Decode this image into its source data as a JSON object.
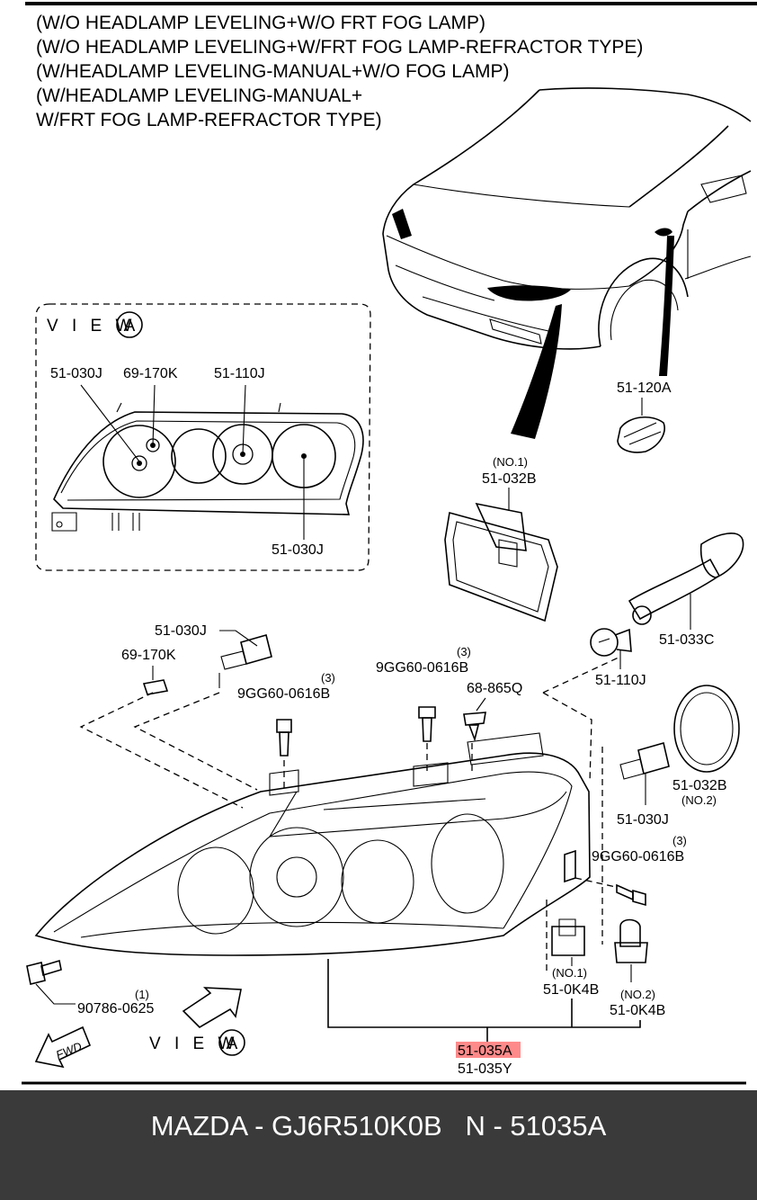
{
  "conditions": [
    "(W/O HEADLAMP LEVELING+W/O FRT FOG LAMP)",
    "(W/O HEADLAMP LEVELING+W/FRT FOG LAMP-REFRACTOR TYPE)",
    "(W/HEADLAMP LEVELING-MANUAL+W/O FOG LAMP)",
    "(W/HEADLAMP LEVELING-MANUAL+",
    " W/FRT FOG LAMP-REFRACTOR TYPE)"
  ],
  "view_label": "V I E W",
  "view_letter": "A",
  "view_box_parts": [
    "51-030J",
    "69-170K",
    "51-110J",
    "51-030J"
  ],
  "parts": {
    "side_turn": "51-120A",
    "bracket1_no": "(NO.1)",
    "bracket1": "51-032B",
    "socket": "51-033C",
    "bulb_110j": "51-110J",
    "cover_no2": "51-032B",
    "cover_no2_tag": "(NO.2)",
    "bulb_top": "51-030J",
    "bulb_right": "51-030J",
    "small_bulb": "69-170K",
    "bolt_a": "9GG60-0616B",
    "bolt_a_qty": "(3)",
    "bolt_b": "9GG60-0616B",
    "bolt_b_qty": "(3)",
    "bolt_c": "9GG60-0616B",
    "bolt_c_qty": "(3)",
    "clip": "68-865Q",
    "screw": "90786-0625",
    "screw_qty": "(1)",
    "k4b1_no": "(NO.1)",
    "k4b1": "51-0K4B",
    "k4b2_no": "(NO.2)",
    "k4b2": "51-0K4B",
    "main_highlight": "51-035A",
    "main_alt": "51-035Y"
  },
  "fwd_label": "FWD",
  "highlight_color": "#ff8a8a",
  "footer": "MAZDA - GJ6R510K0B   N - 51035A"
}
